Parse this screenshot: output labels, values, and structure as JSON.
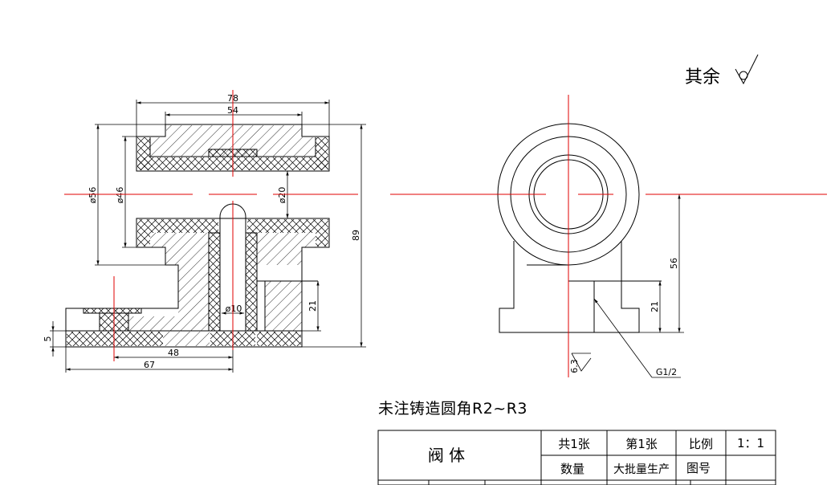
{
  "notes": {
    "roughness_prefix": "其余",
    "fillet_note": "未注铸造圆角R2~R3"
  },
  "dimensions": {
    "overall_width": "78",
    "top_width": "54",
    "dia_56": "ø56",
    "dia_46": "ø46",
    "dia_20": "ø20",
    "dia_10": "ø10",
    "height_89": "89",
    "depth_21_left": "21",
    "base_5": "5",
    "width_48": "48",
    "width_67": "67",
    "height_56": "56",
    "depth_21_right": "21",
    "roughness_63": "6.3",
    "thread": "G1/2"
  },
  "title_block": {
    "part_name": "阀  体",
    "total_sheets": "共1张",
    "sheet_no": "第1张",
    "scale_label": "比例",
    "scale_value": "1：1",
    "quantity_label": "数量",
    "production": "大批量生产",
    "drawing_no_label": "图号"
  },
  "colors": {
    "outline": "#000000",
    "centerline": "#e00000",
    "background": "#ffffff"
  }
}
